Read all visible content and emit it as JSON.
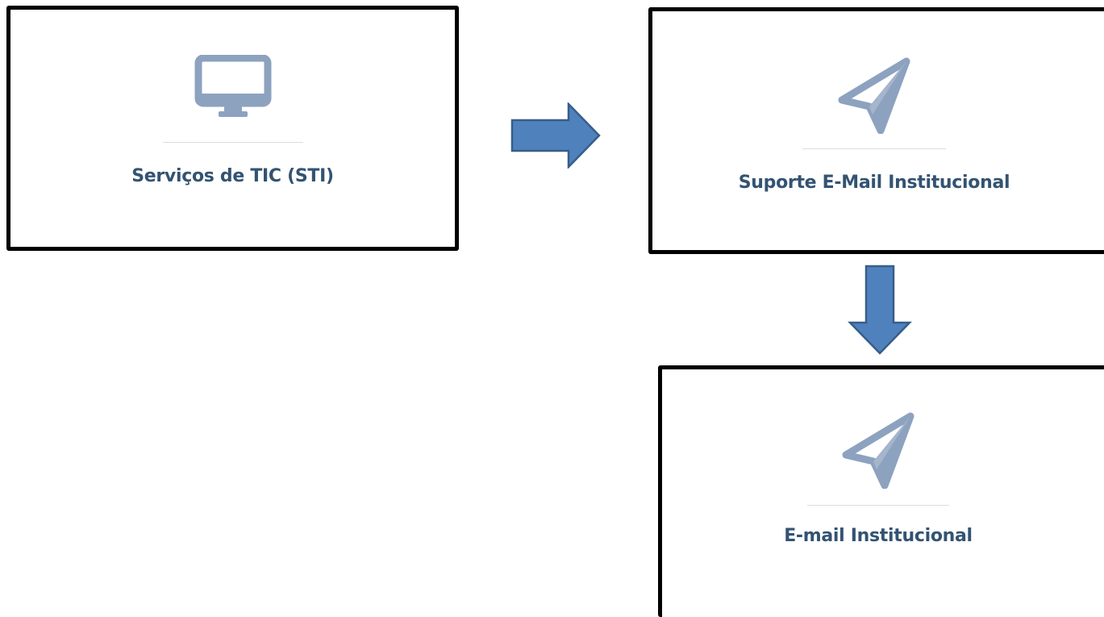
{
  "colors": {
    "label": "#335372",
    "icon": "#8da2bf",
    "arrow_fill": "#4f81bd",
    "arrow_stroke": "#385d8a"
  },
  "cards": [
    {
      "label": "Serviços de TIC (STI)",
      "icon": "desktop-monitor-icon"
    },
    {
      "label": "Suporte E-Mail Institucional",
      "icon": "paper-plane-icon"
    },
    {
      "label": "E-mail Institucional",
      "icon": "paper-plane-icon"
    }
  ],
  "arrows": [
    {
      "direction": "right"
    },
    {
      "direction": "down"
    }
  ]
}
